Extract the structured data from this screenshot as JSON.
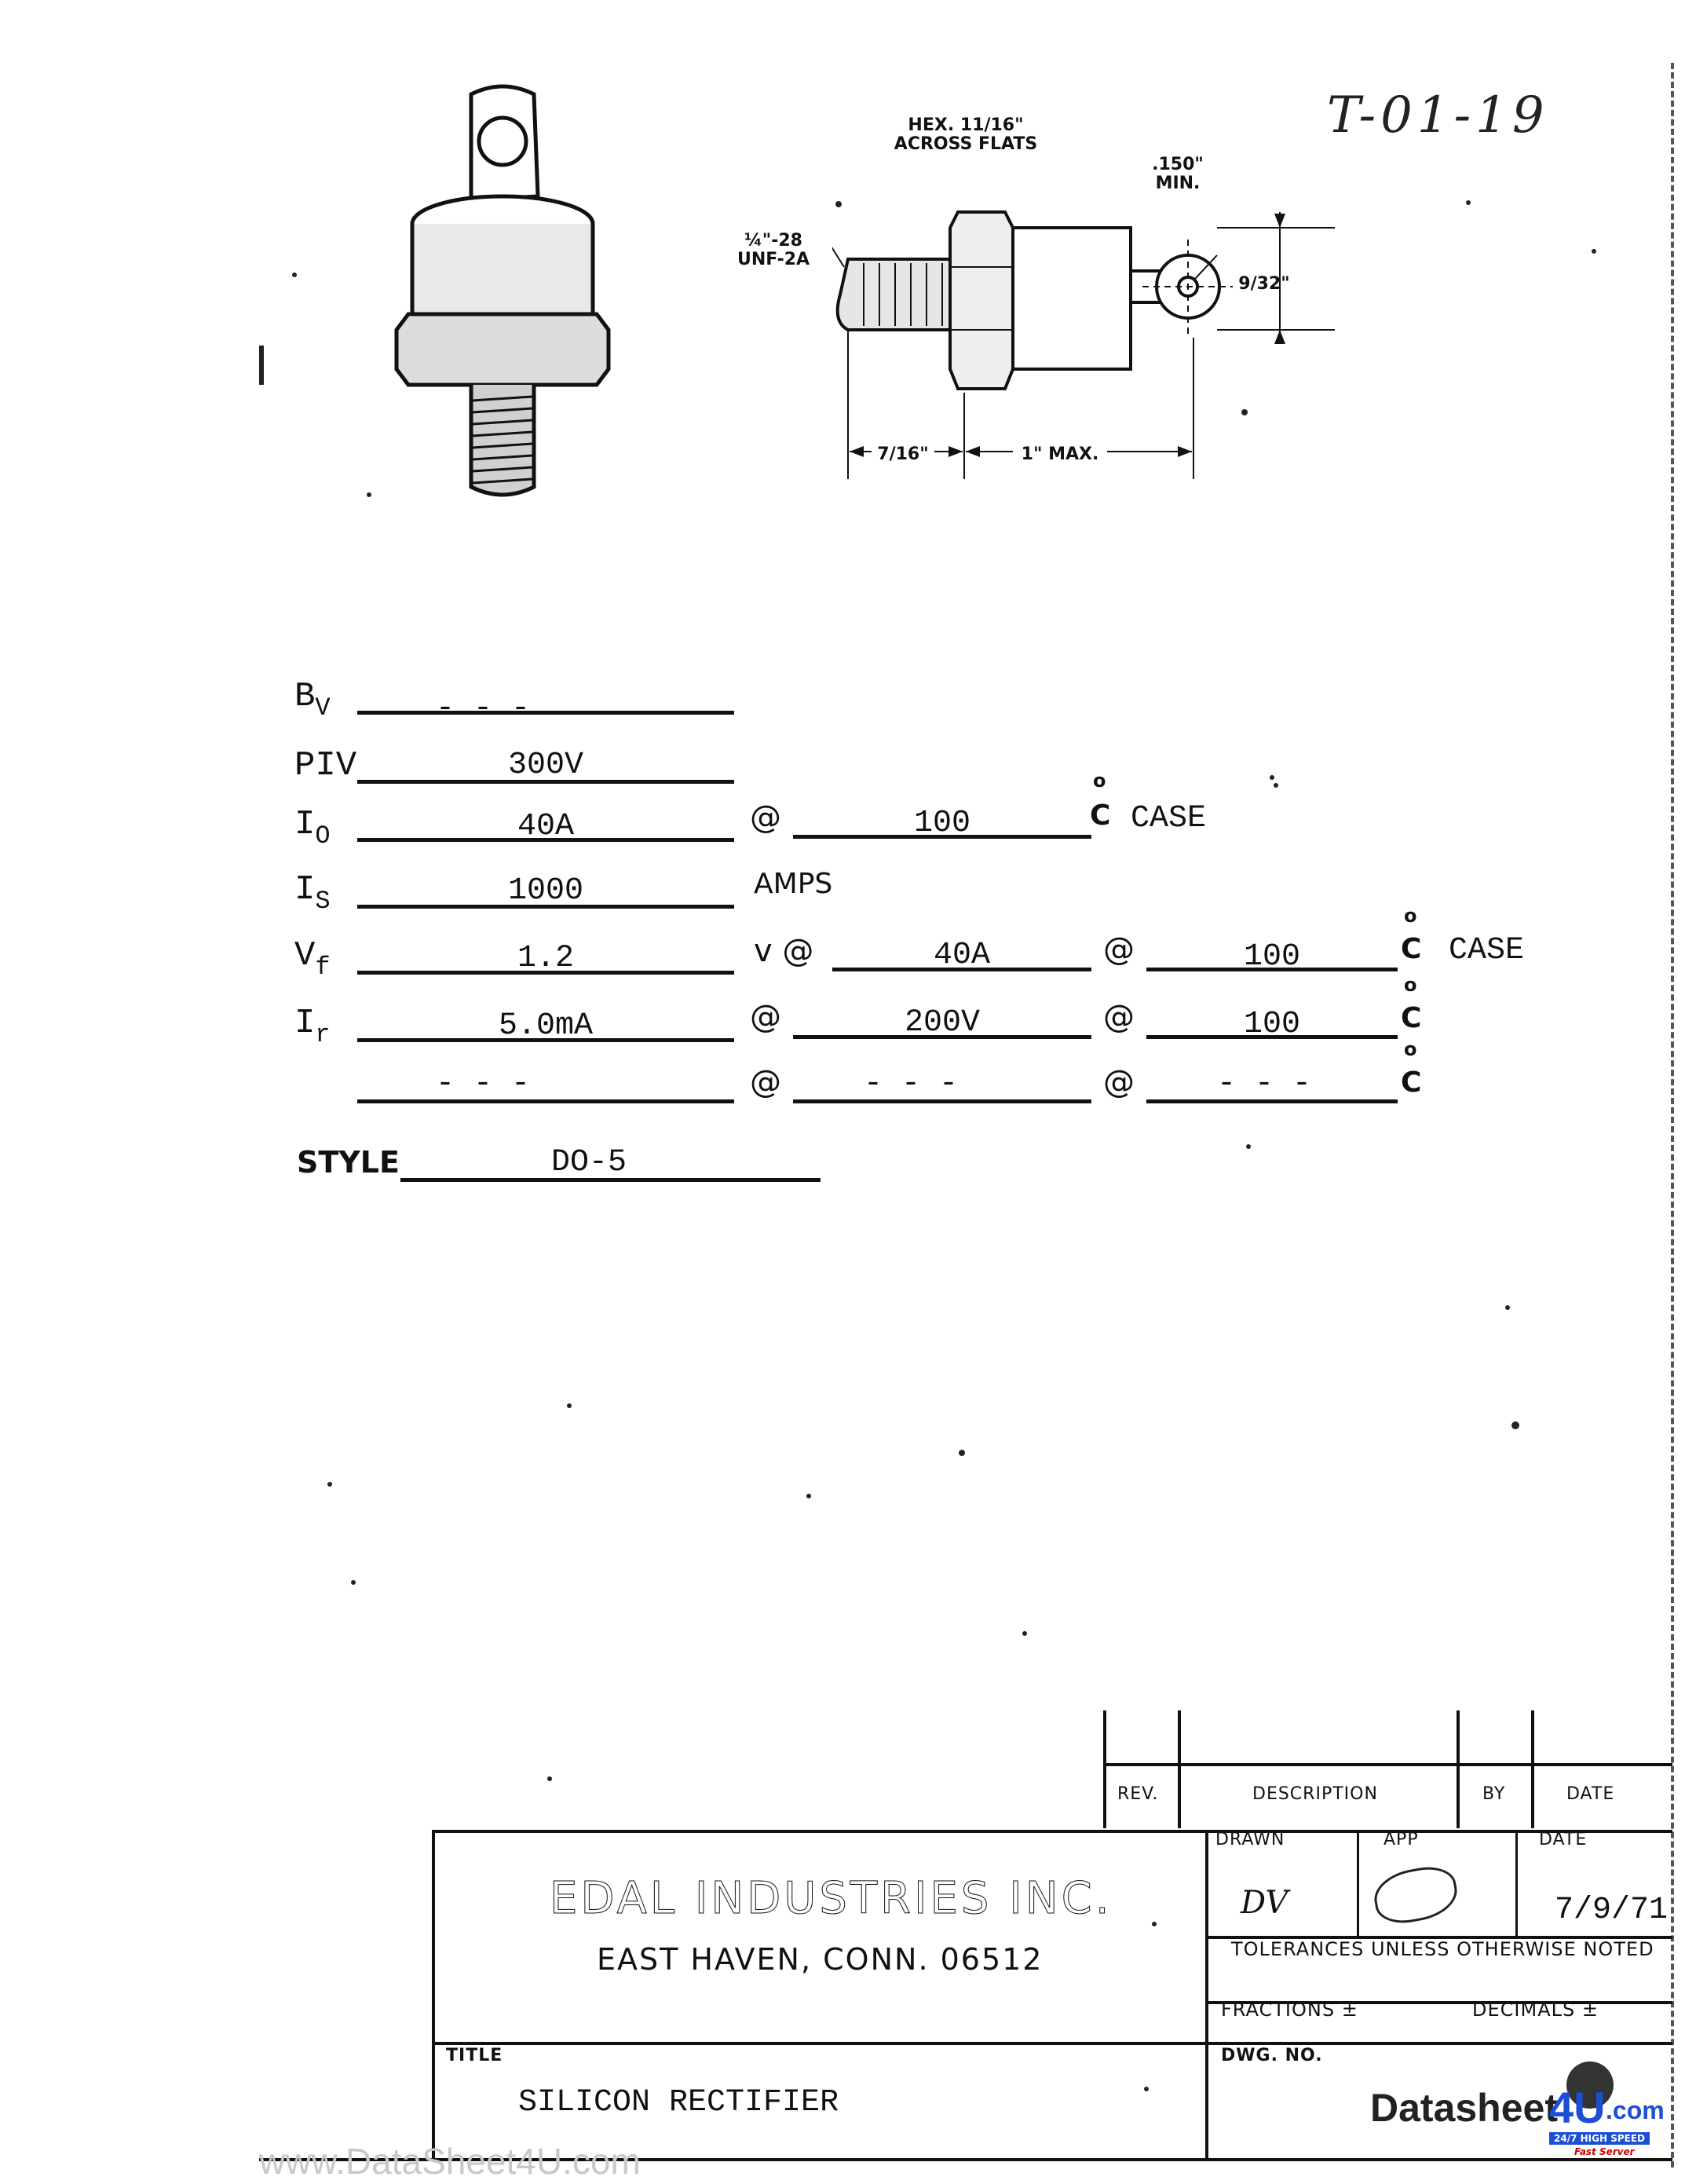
{
  "doc_ref": "T-01-19",
  "drawing": {
    "hex_label": "HEX. 11/16\"\nACROSS FLATS",
    "thread_label": "¼\"-28\nUNF-2A",
    "min_label": ".150\"\nMIN.",
    "height_label": "9/32\"",
    "stud_length_label": "7/16\"",
    "body_length_label": "1\" MAX."
  },
  "specs": {
    "bv": {
      "symbol": "B",
      "sub": "V",
      "value": "- - -"
    },
    "piv": {
      "symbol": "PIV",
      "value": "300V"
    },
    "io": {
      "symbol": "I",
      "sub": "O",
      "value": "40A",
      "at": "@",
      "temp": "100",
      "unit": "C",
      "deg": "o",
      "case": "CASE"
    },
    "is": {
      "symbol": "I",
      "sub": "S",
      "value": "1000",
      "unit": "AMPS"
    },
    "vf": {
      "symbol": "V",
      "sub": "f",
      "value": "1.2",
      "v_at": "v @",
      "current": "40A",
      "at": "@",
      "temp": "100",
      "unit": "C",
      "deg": "o",
      "case": "CASE"
    },
    "ir": {
      "symbol": "I",
      "sub": "r",
      "value": "5.0mA",
      "at": "@",
      "voltage": "200V",
      "at2": "@",
      "temp": "100",
      "unit": "C",
      "deg": "o"
    },
    "blank": {
      "value": "- - -",
      "at": "@",
      "val2": "- - -",
      "at2": "@",
      "val3": "- - -",
      "unit": "C",
      "deg": "o"
    },
    "style": {
      "label": "STYLE",
      "value": "DO-5"
    }
  },
  "title_block": {
    "rev_label": "REV.",
    "description_label": "DESCRIPTION",
    "by_label": "BY",
    "date_label": "DATE",
    "company": "EDAL INDUSTRIES INC.",
    "address": "EAST HAVEN, CONN. 06512",
    "drawn_label": "DRAWN",
    "drawn_by": "DV",
    "app_label": "APP",
    "date2_label": "DATE",
    "date_value": "7/9/71",
    "tolerances": "TOLERANCES UNLESS OTHERWISE NOTED",
    "fractions": "FRACTIONS ±",
    "decimals": "DECIMALS ±",
    "title_label": "TITLE",
    "title_value": "SILICON RECTIFIER",
    "dwg_label": "DWG. NO."
  },
  "watermark": {
    "url": "www.DataSheet4U.com",
    "logo_text": "Datasheet",
    "logo_num": "4U",
    "logo_suffix": ".com",
    "logo_tagline": "24/7 HIGH SPEED",
    "logo_tagline2": "Fast Server"
  }
}
